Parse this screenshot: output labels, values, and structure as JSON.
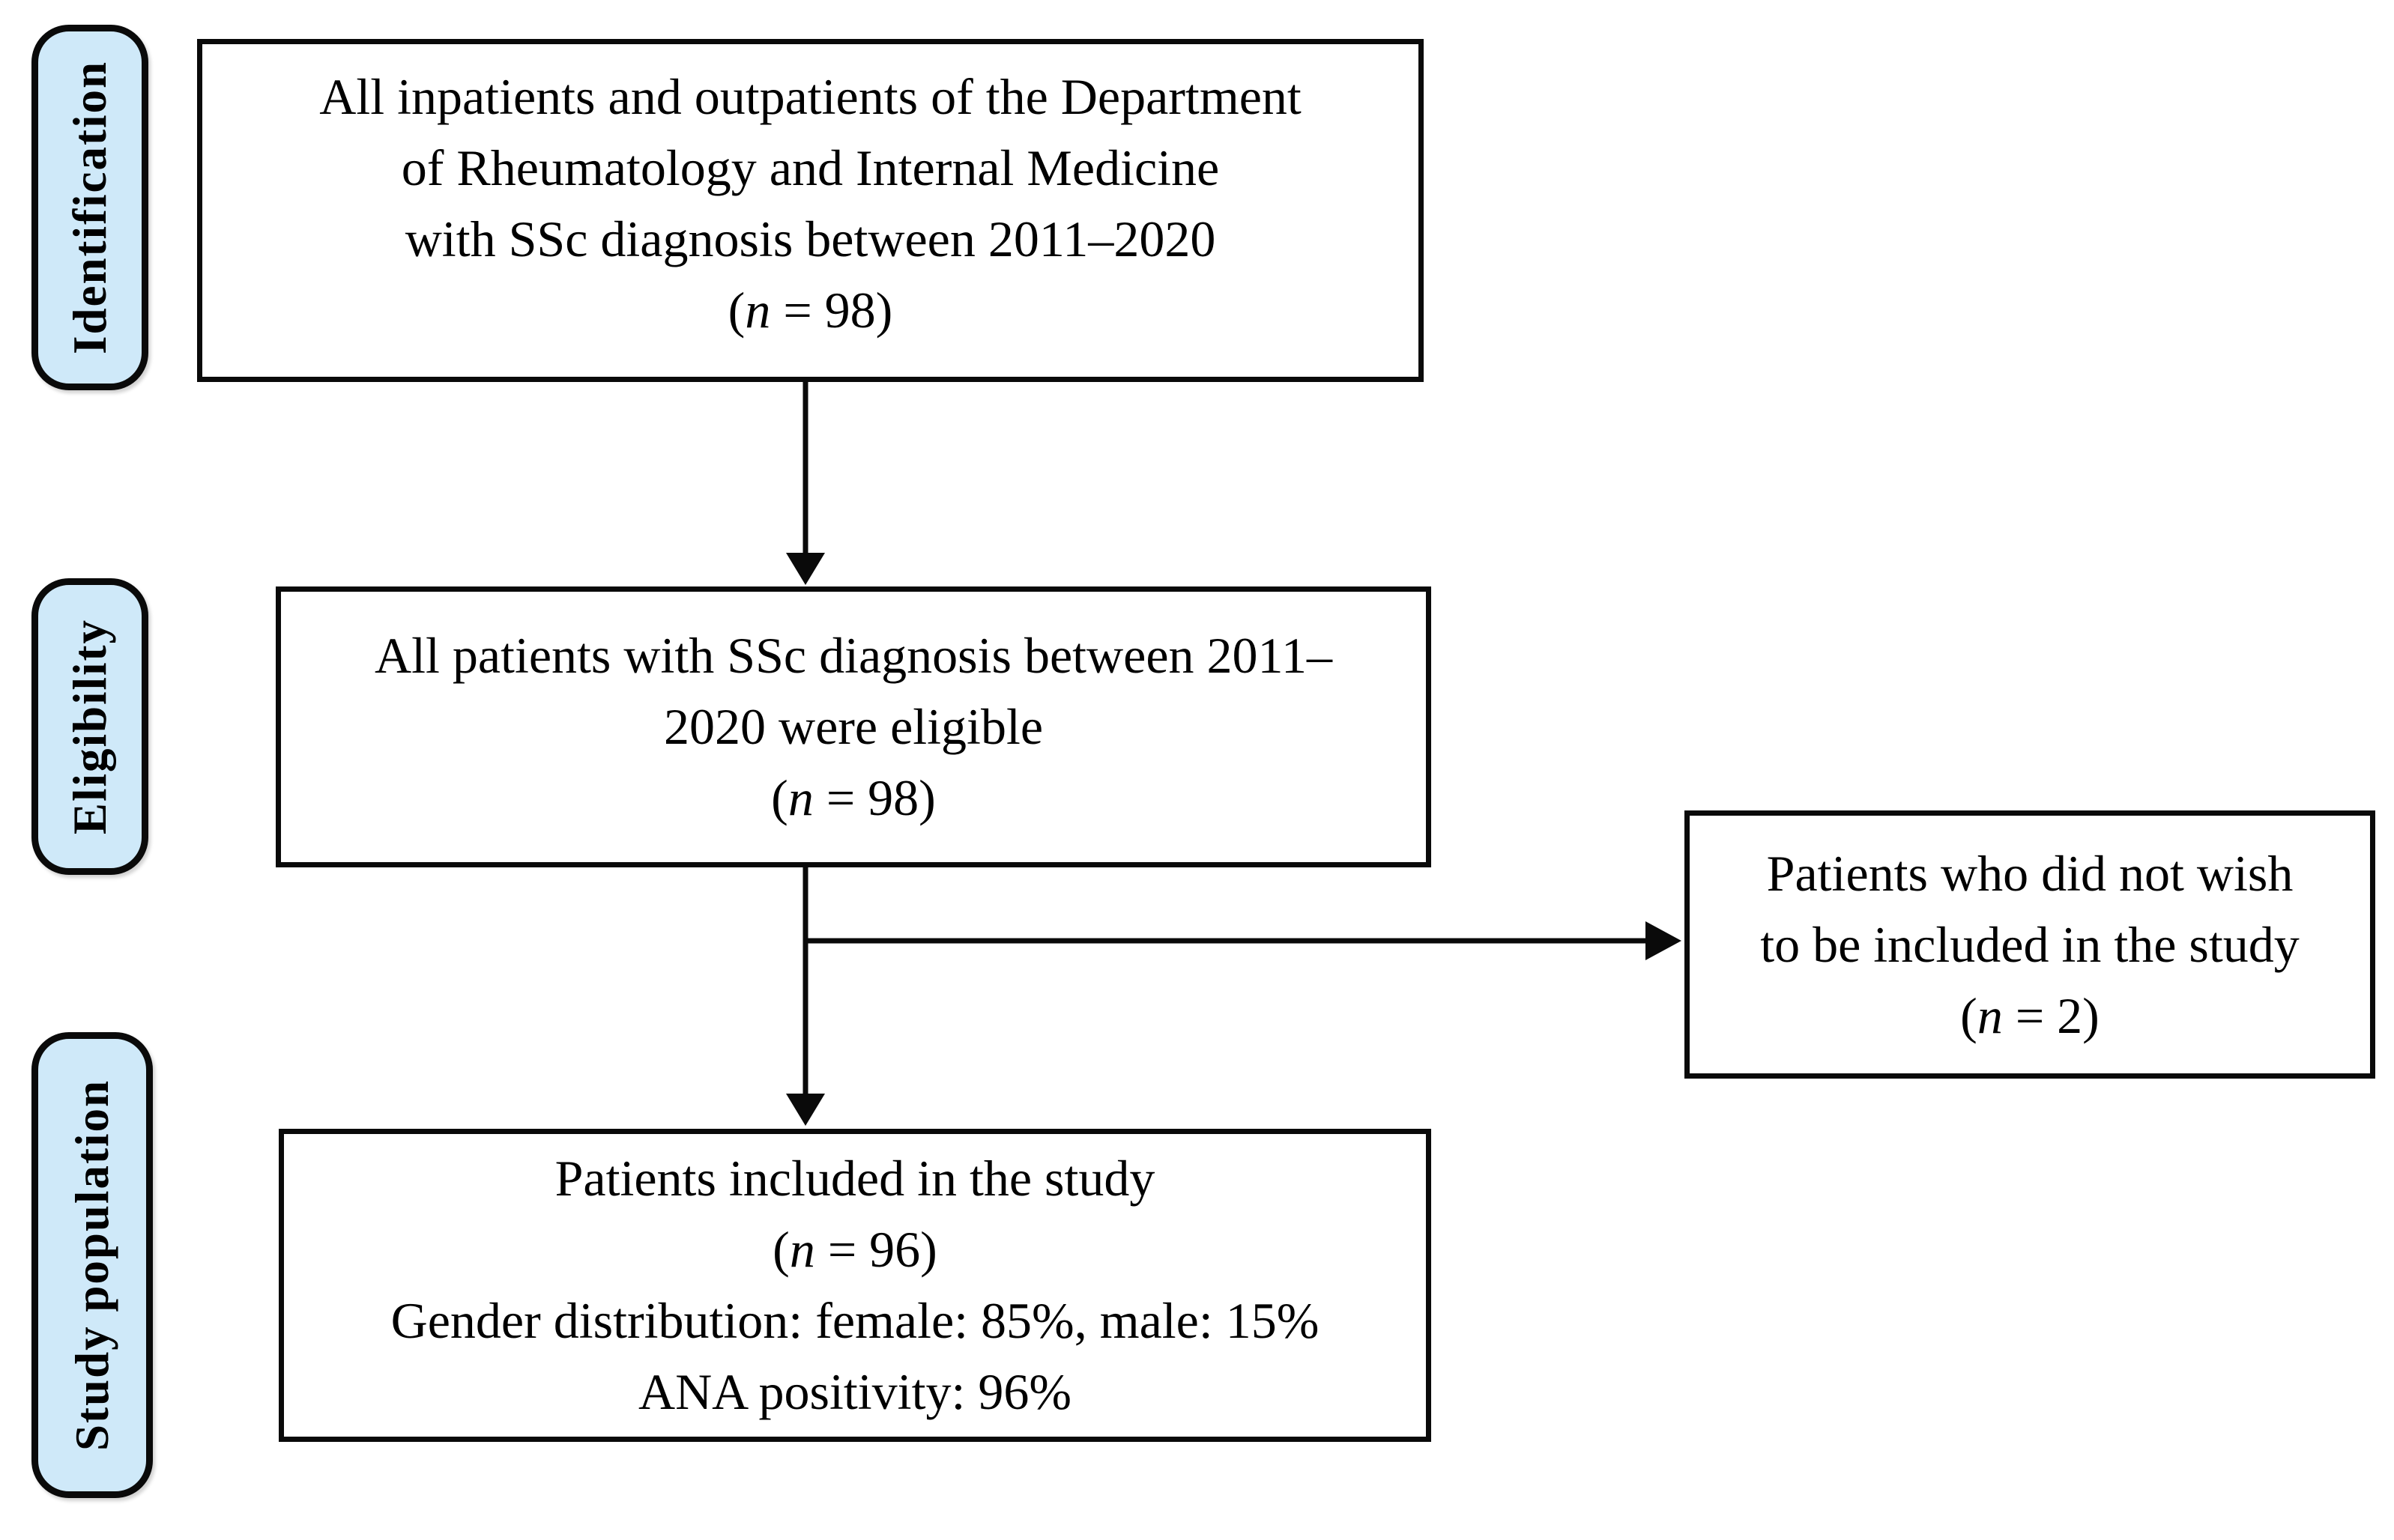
{
  "figure": {
    "type": "patient-flow-diagram",
    "stages": [
      {
        "label": "Identification"
      },
      {
        "label": "Eligibility"
      },
      {
        "label": "Study population"
      }
    ],
    "boxes": {
      "identification": {
        "lines": [
          "All inpatients and outpatients of the Department",
          "of Rheumatology and Internal Medicine",
          "with SSc diagnosis between 2011–2020"
        ],
        "n_line": {
          "open": "(",
          "var": "n",
          "rest": " = 98)"
        }
      },
      "eligibility": {
        "lines": [
          "All patients with SSc diagnosis between 2011–",
          "2020 were eligible"
        ],
        "n_line": {
          "open": "(",
          "var": "n",
          "rest": " = 98)"
        }
      },
      "excluded": {
        "lines": [
          "Patients who did not wish",
          "to be included in the study"
        ],
        "n_line": {
          "open": "(",
          "var": "n",
          "rest": " = 2)"
        }
      },
      "included": {
        "line1": "Patients included in the study",
        "n_line": {
          "open": "(",
          "var": "n",
          "rest": " = 96)"
        },
        "line3": "Gender distribution: female: 85%, male: 15%",
        "line4": "ANA positivity: 96%"
      }
    }
  },
  "colors": {
    "label_fill": "#cfe9f9",
    "box_fill": "#ffffff",
    "line_color": "#0a0a0a",
    "text_color": "#000000",
    "background": "#ffffff"
  }
}
